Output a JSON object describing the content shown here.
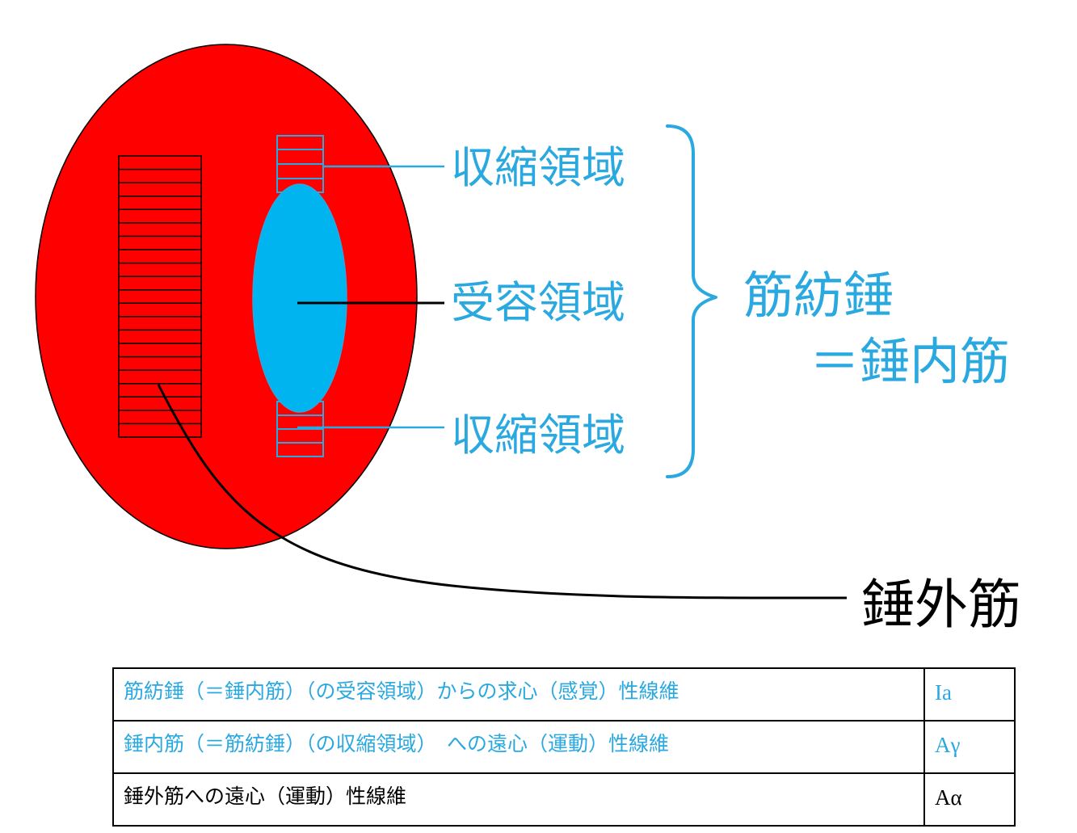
{
  "colors": {
    "extrafusal": "#ff0000",
    "intrafusal": "#2aa8e0",
    "receptor": "#00b4f0",
    "black": "#000000"
  },
  "diagram": {
    "contraction_top": "収縮領域",
    "receptor_region": "受容領域",
    "contraction_bottom": "収縮領域",
    "spindle_line1": "筋紡錘",
    "spindle_line2": "＝錘内筋",
    "extrafusal_label": "錘外筋"
  },
  "table": {
    "rows": [
      {
        "desc": "筋紡錘（＝錘内筋）（の受容領域）からの求心（感覚）性線維",
        "type": "Ia",
        "color": "#2aa8e0"
      },
      {
        "desc": "錘内筋（＝筋紡錘）（の収縮領域）　への遠心（運動）性線維",
        "type": "Aγ",
        "color": "#2aa8e0"
      },
      {
        "desc": "錘外筋への遠心（運動）性線維",
        "type": "Aα",
        "color": "#000000"
      }
    ]
  }
}
